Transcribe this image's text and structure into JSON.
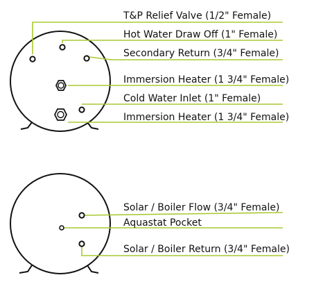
{
  "colors": {
    "outline": "#111111",
    "leader": "#a8c832",
    "background": "#ffffff"
  },
  "top_cylinder": {
    "labels": [
      "T&P Relief Valve (1/2\" Female)",
      "Hot Water Draw Off (1\" Female)",
      "Secondary Return (3/4\" Female)",
      "Immersion Heater (1 3/4\" Female)",
      "Cold Water Inlet (1\" Female)",
      "Immersion Heater (1 3/4\" Female)"
    ]
  },
  "bottom_cylinder": {
    "labels": [
      "Solar / Boiler Flow (3/4\" Female)",
      "Aquastat Pocket",
      "Solar / Boiler Return (3/4\" Female)"
    ]
  }
}
